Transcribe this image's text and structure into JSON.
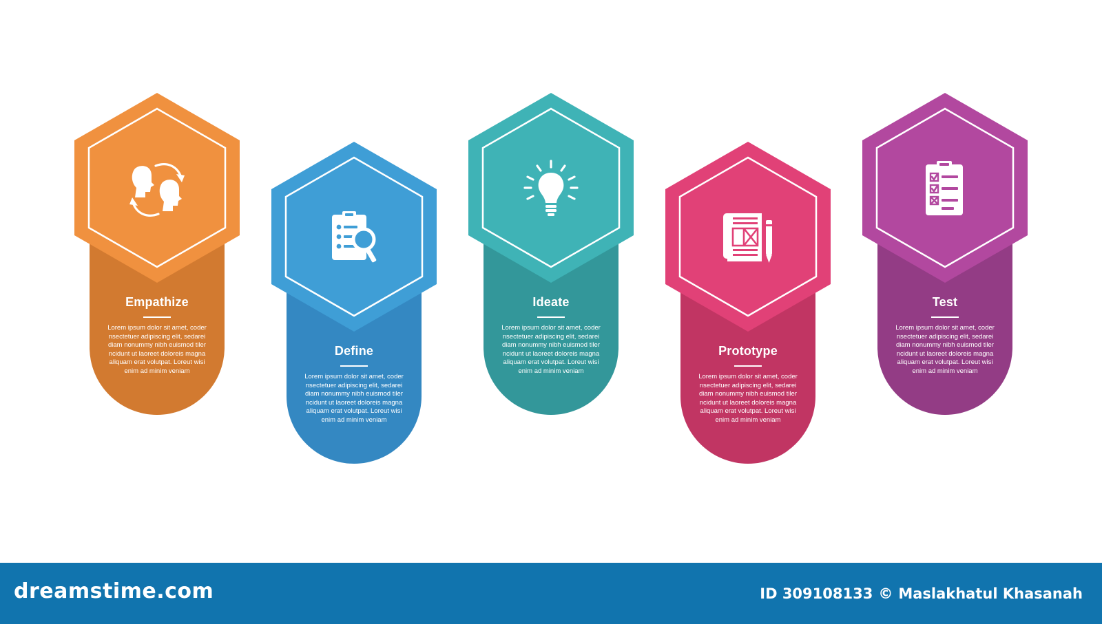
{
  "steps": [
    {
      "title": "Empathize",
      "description": "Lorem ipsum dolor sit amet, coder nsectetuer adipiscing elit, sedarei diam nonummy nibh euismod tiler ncidunt ut laoreet doloreis magna aliquam erat volutpat. Loreut wisi enim ad minim veniam",
      "icon": "two-heads-exchange-icon",
      "color": "#f0913f",
      "color_dark": "#d27a30"
    },
    {
      "title": "Define",
      "description": "Lorem ipsum dolor sit amet, coder nsectetuer adipiscing elit, sedarei diam nonummy nibh euismod tiler ncidunt ut laoreet doloreis magna aliquam erat volutpat. Loreut wisi enim ad minim veniam",
      "icon": "clipboard-magnifier-icon",
      "color": "#3f9ed6",
      "color_dark": "#3488c2"
    },
    {
      "title": "Ideate",
      "description": "Lorem ipsum dolor sit amet, coder nsectetuer adipiscing elit, sedarei diam nonummy nibh euismod tiler ncidunt ut laoreet doloreis magna aliquam erat volutpat. Loreut wisi enim ad minim veniam",
      "icon": "light-bulb-icon",
      "color": "#3fb3b6",
      "color_dark": "#33979a"
    },
    {
      "title": "Prototype",
      "description": "Lorem ipsum dolor sit amet, coder nsectetuer adipiscing elit, sedarei diam nonummy nibh euismod tiler ncidunt ut laoreet doloreis magna aliquam erat volutpat. Loreut wisi enim ad minim veniam",
      "icon": "blueprint-pencil-icon",
      "color": "#e14177",
      "color_dark": "#c13563"
    },
    {
      "title": "Test",
      "description": "Lorem ipsum dolor sit amet, coder nsectetuer adipiscing elit, sedarei diam nonummy nibh euismod tiler ncidunt ut laoreet doloreis magna aliquam erat volutpat. Loreut wisi enim ad minim veniam",
      "icon": "checklist-clipboard-icon",
      "color": "#b2489f",
      "color_dark": "#933c85"
    }
  ],
  "footer": {
    "brand": "dreamstime.com",
    "id_text": "ID 309108133",
    "copyright_symbol": "©",
    "author": "Maslakhatul Khasanah",
    "background_color": "#1174ae"
  }
}
